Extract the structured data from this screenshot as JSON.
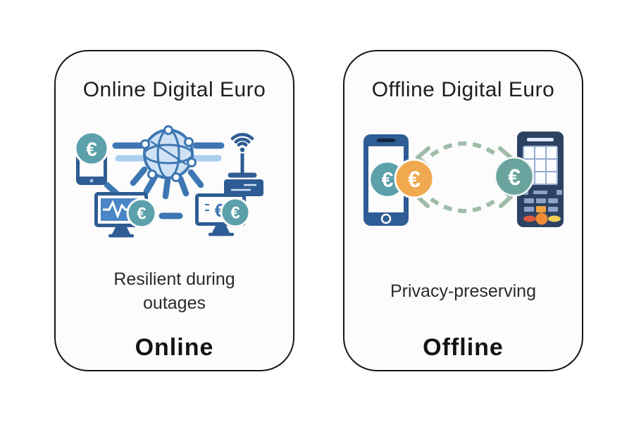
{
  "cards": [
    {
      "title": "Online Digital Euro",
      "description": "Resilient during outages",
      "mode_label": "Online",
      "illustration_icons": [
        "euro-coin",
        "smartphone",
        "globe-network",
        "wifi-router",
        "ecg-monitor",
        "euro-monitor"
      ]
    },
    {
      "title": "Offline Digital Euro",
      "description": "Privacy-preserving",
      "mode_label": "Offline",
      "illustration_icons": [
        "smartphone",
        "euro-coin-teal",
        "euro-coin-orange",
        "exchange-arrows",
        "payment-terminal"
      ]
    }
  ],
  "symbols": {
    "euro": "€"
  },
  "colors": {
    "page_background": "#ffffff",
    "card_background": "#fcfcfc",
    "card_border": "#161616",
    "title_text": "#1e1e1e",
    "body_text": "#2a2a2a",
    "device_blue_dark": "#2e5c94",
    "line_blue": "#3d76b2",
    "line_blue_light": "#aacdf0",
    "globe_fill": "#cfe2f5",
    "screen_blue": "#4a86c5",
    "coin_teal": "#5ba0ab",
    "coin_orange": "#f0a94e",
    "coin_teal_terminal": "#6ba49f",
    "arrow_sage": "#9fbca9",
    "terminal_navy": "#2d4263",
    "keypad_panel": "#96abd0",
    "button_red": "#de5a3e",
    "button_orange": "#ee8d33",
    "button_yellow": "#f2cd55"
  }
}
